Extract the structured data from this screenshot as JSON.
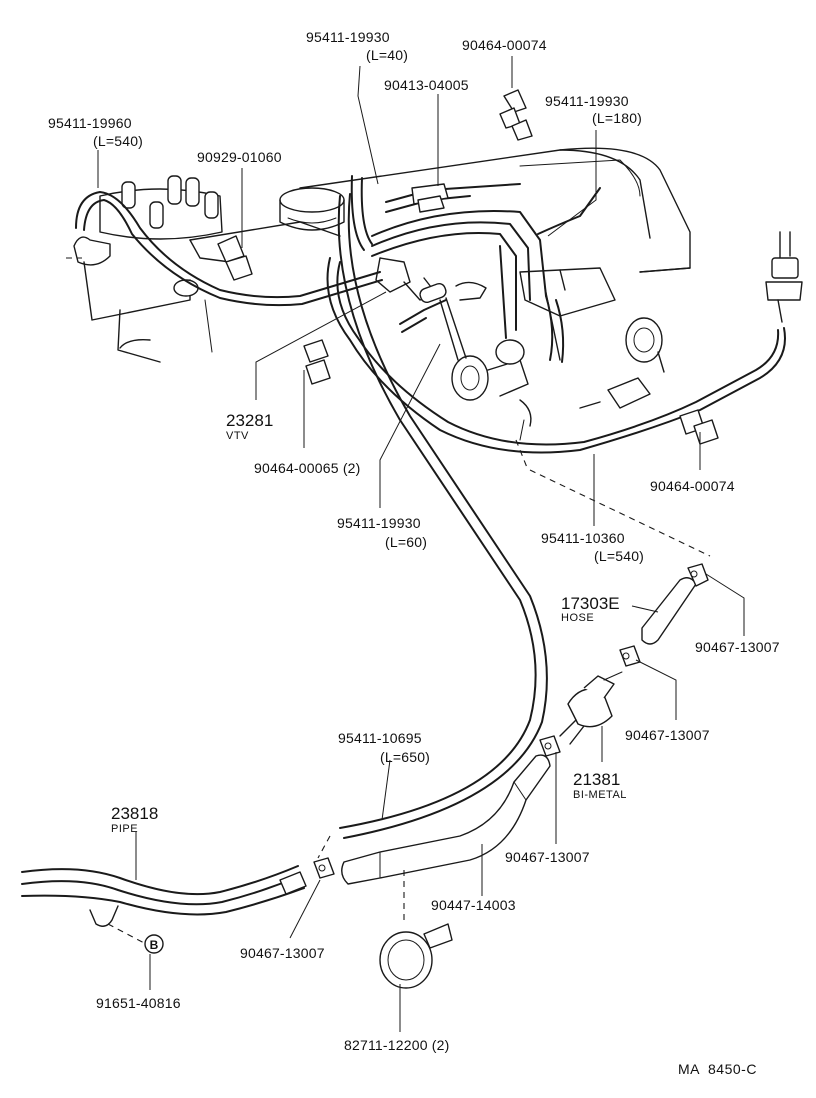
{
  "diagram_ref": "MA  8450-C",
  "callout_symbol": "B",
  "parts": [
    {
      "id": "p1",
      "number": "95411-19930",
      "note": "(L=40)"
    },
    {
      "id": "p2",
      "number": "90464-00074",
      "note": ""
    },
    {
      "id": "p3",
      "number": "90413-04005",
      "note": ""
    },
    {
      "id": "p4",
      "number": "95411-19930",
      "note": "(L=180)"
    },
    {
      "id": "p5",
      "number": "95411-19960",
      "note": "(L=540)"
    },
    {
      "id": "p6",
      "number": "90929-01060",
      "note": ""
    },
    {
      "id": "p7",
      "number": "23281",
      "note": "VTV"
    },
    {
      "id": "p8",
      "number": "90464-00065 (2)",
      "note": ""
    },
    {
      "id": "p9",
      "number": "95411-19930",
      "note": "(L=60)"
    },
    {
      "id": "p10",
      "number": "90464-00074",
      "note": ""
    },
    {
      "id": "p11",
      "number": "95411-10360",
      "note": "(L=540)"
    },
    {
      "id": "p12",
      "number": "17303E",
      "note": "HOSE"
    },
    {
      "id": "p13",
      "number": "90467-13007",
      "note": ""
    },
    {
      "id": "p14",
      "number": "90467-13007",
      "note": ""
    },
    {
      "id": "p15",
      "number": "21381",
      "note": "BI-METAL"
    },
    {
      "id": "p16",
      "number": "95411-10695",
      "note": "(L=650)"
    },
    {
      "id": "p17",
      "number": "23818",
      "note": "PIPE"
    },
    {
      "id": "p18",
      "number": "90467-13007",
      "note": ""
    },
    {
      "id": "p19",
      "number": "90447-14003",
      "note": ""
    },
    {
      "id": "p20",
      "number": "90467-13007",
      "note": ""
    },
    {
      "id": "p21",
      "number": "91651-40816",
      "note": ""
    },
    {
      "id": "p22",
      "number": "82711-12200 (2)",
      "note": ""
    }
  ]
}
